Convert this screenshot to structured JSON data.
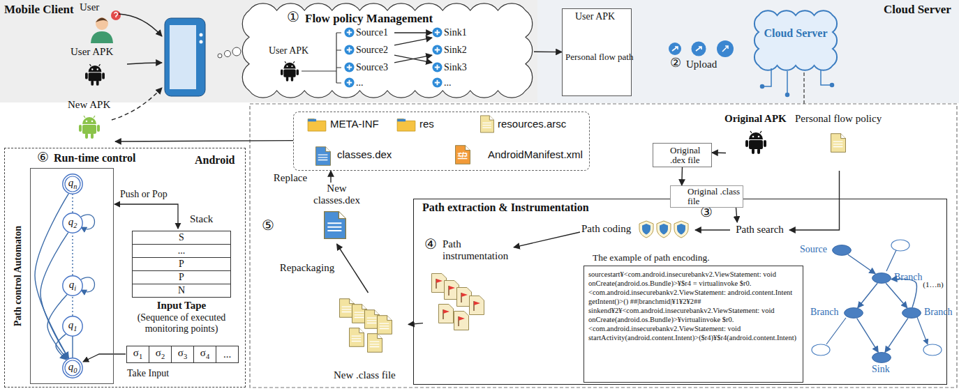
{
  "diagram": {
    "nodes": [
      {
        "text": [
          "Mobile Client"
        ]
      },
      {
        "text": [
          "User"
        ],
        "in": 0
      },
      {
        "text": [
          "User APK"
        ],
        "in": 0
      },
      {
        "text": [
          "①",
          "Flow policy Management",
          "User APK"
        ],
        "in": 0
      },
      {
        "text": [
          "Source1"
        ],
        "in": 3
      },
      {
        "text": [
          "Source2"
        ],
        "in": 3
      },
      {
        "text": [
          "Source3"
        ],
        "in": 3
      },
      {
        "text": [
          "..."
        ],
        "in": 3
      },
      {
        "text": [
          "Sink1"
        ],
        "in": 3
      },
      {
        "text": [
          "Sink2"
        ],
        "in": 3
      },
      {
        "text": [
          "Sink3"
        ],
        "in": 3
      },
      {
        "text": [
          "..."
        ],
        "in": 3
      },
      {
        "text": [
          "Cloud Server"
        ]
      },
      {
        "text": [
          "User APK",
          "Personal flow path"
        ],
        "in": 12
      },
      {
        "text": [
          "Cloud Server"
        ],
        "in": 12
      },
      {
        "text": [
          "New APK"
        ]
      },
      {
        "text": [
          "META-INF",
          "res",
          "resources.arsc",
          "classes.dex",
          "AndroidManifest.xml"
        ]
      },
      {
        "text": [
          "Original APK"
        ]
      },
      {
        "text": [
          "Personal flow policy"
        ]
      },
      {
        "text": [
          "Original .dex file"
        ]
      },
      {
        "text": [
          "Original .class file"
        ]
      },
      {
        "text": [
          "New classes.dex"
        ]
      },
      {
        "text": [
          "Path extraction & Instrumentation"
        ]
      },
      {
        "text": [
          "Path search"
        ],
        "in": 22
      },
      {
        "text": [
          "Path coding"
        ],
        "in": 22
      },
      {
        "text": [
          "④",
          "Path instrumentation"
        ],
        "in": 22
      },
      {
        "text": [
          "The example of path encoding.",
          "sourcestart¥<com.android.insecurebankv2.ViewStatement: void onCreate(android.os.Bundle)>¥$r4 = virtualinvoke $r0.<com.android.insecurebankv2.ViewStatement: android.content.Intent getIntent()>() ##|branchmid|¥1¥2¥2## sinkend¥2¥<com.android.insecurebankv2.ViewStatement: void onCreate(android.os.Bundle)>¥virtualinvoke $r0.<com.android.insecurebankv2.ViewStatement: void startActivity(android.content.Intent)>($r4)¥$r4(android.content.Intent)"
        ],
        "in": 22
      },
      {
        "text": [
          "Source"
        ],
        "in": 22
      },
      {
        "text": [
          "Branch"
        ],
        "in": 22
      },
      {
        "text": [
          "Branch"
        ],
        "in": 22
      },
      {
        "text": [
          "Branch"
        ],
        "in": 22
      },
      {
        "text": [
          "Sink"
        ],
        "in": 22
      },
      {
        "text": [
          "New .class file"
        ]
      },
      {
        "text": [
          "⑥",
          "Run-time control",
          "Android"
        ]
      },
      {
        "text": [
          "Path control Automaton"
        ],
        "in": 33
      },
      {
        "text": [
          "qn"
        ],
        "in": 34
      },
      {
        "text": [
          "q2"
        ],
        "in": 34
      },
      {
        "text": [
          "qi"
        ],
        "in": 34
      },
      {
        "text": [
          "q1"
        ],
        "in": 34
      },
      {
        "text": [
          "q0"
        ],
        "in": 34
      },
      {
        "text": [
          "S"
        ],
        "in": 33
      },
      {
        "text": [
          "..."
        ],
        "in": 33
      },
      {
        "text": [
          "P"
        ],
        "in": 33
      },
      {
        "text": [
          "P"
        ],
        "in": 33
      },
      {
        "text": [
          "N"
        ],
        "in": 33
      },
      {
        "text": [
          "σ1"
        ],
        "in": 33
      },
      {
        "text": [
          "σ2"
        ],
        "in": 33
      },
      {
        "text": [
          "σ3"
        ],
        "in": 33
      },
      {
        "text": [
          "σ4"
        ],
        "in": 33
      },
      {
        "text": [
          "..."
        ],
        "in": 33
      }
    ],
    "edges": [
      {
        "from": 4,
        "to": 8,
        "arrow": "to"
      },
      {
        "from": 5,
        "to": 8,
        "arrow": "to"
      },
      {
        "from": 5,
        "to": 10,
        "arrow": "to"
      },
      {
        "from": 6,
        "to": 9,
        "arrow": "to"
      },
      {
        "from": 3,
        "to": 13,
        "arrow": "to"
      },
      {
        "from": 17,
        "to": 19,
        "arrow": "to"
      },
      {
        "from": 19,
        "to": 20,
        "arrow": "to"
      },
      {
        "from": 20,
        "to": 23,
        "arrow": "to"
      },
      {
        "from": 18,
        "to": 23,
        "arrow": "to"
      },
      {
        "from": 23,
        "to": 24,
        "arrow": "to"
      },
      {
        "from": 24,
        "to": 25,
        "arrow": "to"
      },
      {
        "from": 25,
        "to": 32,
        "arrow": "to"
      },
      {
        "from": 32,
        "to": 21,
        "arrow": "to",
        "label": "Repackaging"
      },
      {
        "from": 21,
        "to": 16,
        "arrow": "to",
        "label": "Replace"
      },
      {
        "from": 16,
        "to": 15,
        "arrow": "to"
      },
      {
        "from": 27,
        "to": 28,
        "arrow": "to"
      },
      {
        "from": 28,
        "to": 29,
        "arrow": "to"
      },
      {
        "from": 28,
        "to": 30,
        "arrow": "to"
      },
      {
        "from": 30,
        "to": 28,
        "arrow": "to",
        "label": "(1…n)"
      },
      {
        "from": 29,
        "to": 31,
        "arrow": "to"
      },
      {
        "from": 30,
        "to": 31,
        "arrow": "to"
      },
      {
        "from": 39,
        "to": 38,
        "arrow": "none"
      },
      {
        "from": 38,
        "to": 37,
        "arrow": "none"
      },
      {
        "from": 37,
        "to": 36,
        "arrow": "none"
      },
      {
        "from": 36,
        "to": 35,
        "arrow": "none"
      },
      {
        "from": 38,
        "to": 39,
        "arrow": "to"
      },
      {
        "from": 37,
        "to": 39,
        "arrow": "to"
      },
      {
        "from": 36,
        "to": 39,
        "arrow": "to"
      },
      {
        "from": 35,
        "to": 39,
        "arrow": "to"
      }
    ],
    "labels": [
      "②",
      "Upload",
      "③",
      "⑤",
      "Push or Pop",
      "Stack",
      "Input Tape",
      "(Sequence of executed monitoring points)",
      "Take Input"
    ]
  }
}
